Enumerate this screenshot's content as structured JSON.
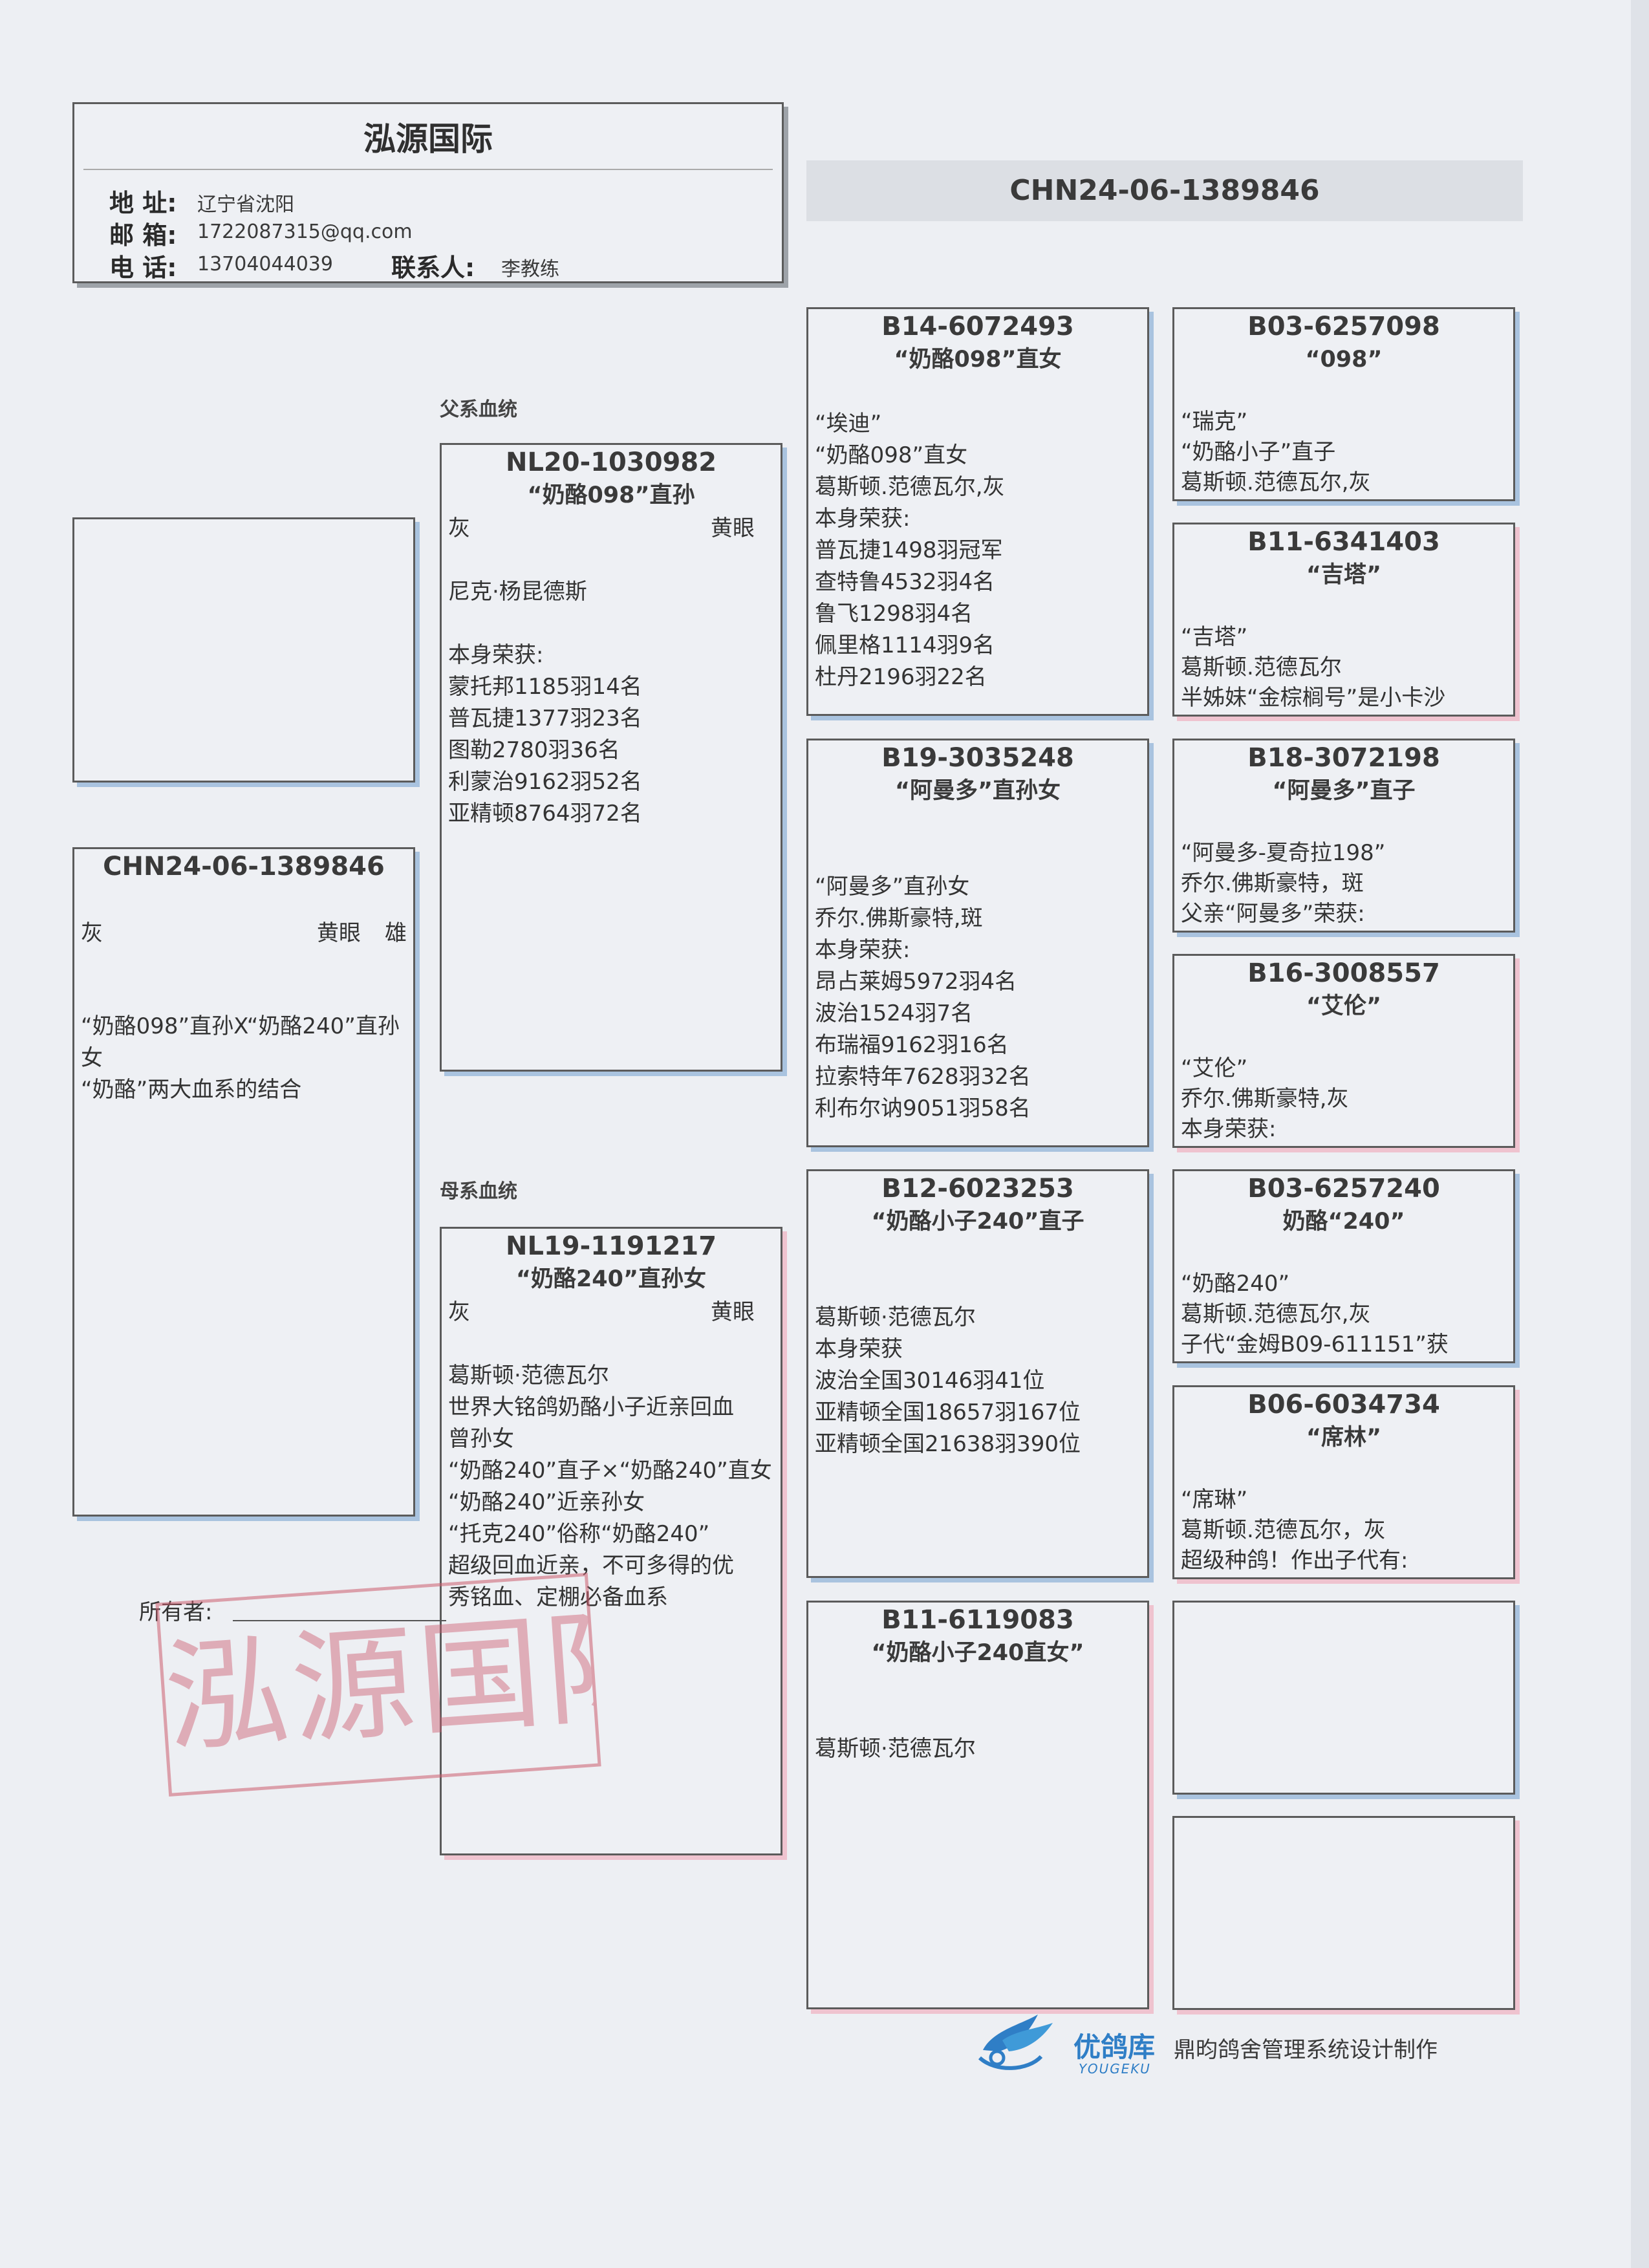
{
  "header": {
    "title": "泓源国际",
    "address_label": "地 址:",
    "address": "辽宁省沈阳",
    "email_label": "邮 箱:",
    "email": "1722087315@qq.com",
    "phone_label": "电 话:",
    "phone": "13704044039",
    "contact_label": "联系人:",
    "contact": "李教练"
  },
  "banner_ring": "CHN24-06-1389846",
  "subject": {
    "ring": "CHN24-06-1389846",
    "color": "灰",
    "eye": "黄眼",
    "sex": "雄",
    "desc": [
      "“奶酪098”直孙X“奶酪240”直孙",
      "女",
      "“奶酪”两大血系的结合"
    ]
  },
  "labels": {
    "sire_side": "父系血统",
    "dam_side": "母系血统",
    "owner": "所有者:"
  },
  "sire": {
    "ring": "NL20-1030982",
    "name": "“奶酪098”直孙",
    "color": "灰",
    "eye": "黄眼",
    "lines": [
      "",
      "尼克·杨昆德斯",
      "",
      "本身荣获:",
      "蒙托邦1185羽14名",
      "普瓦捷1377羽23名",
      "图勒2780羽36名",
      "利蒙治9162羽52名",
      "亚精顿8764羽72名"
    ]
  },
  "dam": {
    "ring": "NL19-1191217",
    "name": "“奶酪240”直孙女",
    "color": "灰",
    "eye": "黄眼",
    "lines": [
      "",
      "葛斯顿·范德瓦尔",
      "世界大铭鸽奶酪小子近亲回血",
      "曾孙女",
      "“奶酪240”直子×“奶酪240”直女",
      "“奶酪240”近亲孙女",
      "“托克240”俗称“奶酪240”",
      "超级回血近亲，不可多得的优",
      "秀铭血、定棚必备血系"
    ]
  },
  "gen3": [
    {
      "ring": "B14-6072493",
      "name": "“奶酪098”直女",
      "lines": [
        "",
        "“埃迪”",
        "“奶酪098”直女",
        "葛斯顿.范德瓦尔,灰",
        "本身荣获:",
        "普瓦捷1498羽冠军",
        "查特鲁4532羽4名",
        "鲁飞1298羽4名",
        "佩里格1114羽9名",
        "杜丹2196羽22名"
      ]
    },
    {
      "ring": "B19-3035248",
      "name": "“阿曼多”直孙女",
      "lines": [
        "",
        "",
        "“阿曼多”直孙女",
        "乔尔.佛斯豪特,斑",
        "本身荣获:",
        "昂占莱姆5972羽4名",
        "波治1524羽7名",
        "布瑞福9162羽16名",
        "拉索特年7628羽32名",
        "利布尔讷9051羽58名"
      ]
    },
    {
      "ring": "B12-6023253",
      "name": "“奶酪小子240”直子",
      "lines": [
        "",
        "",
        "葛斯顿·范德瓦尔",
        "本身荣获",
        "波治全国30146羽41位",
        "亚精顿全国18657羽167位",
        "亚精顿全国21638羽390位"
      ]
    },
    {
      "ring": "B11-6119083",
      "name": "“奶酪小子240直女”",
      "lines": [
        "",
        "",
        "葛斯顿·范德瓦尔"
      ]
    }
  ],
  "gen4": [
    {
      "ring": "B03-6257098",
      "name": "“098”",
      "lines": [
        "",
        "“瑞克”",
        "“奶酪小子”直子",
        "葛斯顿.范德瓦尔,灰"
      ]
    },
    {
      "ring": "B11-6341403",
      "name": "“吉塔”",
      "lines": [
        "",
        "“吉塔”",
        "葛斯顿.范德瓦尔",
        "半姊妹“金棕榈号”是小卡沙"
      ]
    },
    {
      "ring": "B18-3072198",
      "name": "“阿曼多”直子",
      "lines": [
        "",
        "“阿曼多-夏奇拉198”",
        "乔尔.佛斯豪特，斑",
        "父亲“阿曼多”荣获:"
      ]
    },
    {
      "ring": "B16-3008557",
      "name": "“艾伦”",
      "lines": [
        "",
        "“艾伦”",
        "乔尔.佛斯豪特,灰",
        "本身荣获:"
      ]
    },
    {
      "ring": "B03-6257240",
      "name": "奶酪“240”",
      "lines": [
        "",
        "“奶酪240”",
        "葛斯顿.范德瓦尔,灰",
        "子代“金姆B09-611151”获"
      ]
    },
    {
      "ring": "B06-6034734",
      "name": "“席林”",
      "lines": [
        "",
        "“席琳”",
        "葛斯顿.范德瓦尔，灰",
        "超级种鸽！作出子代有:"
      ]
    }
  ],
  "stamp_text": "泓源国际",
  "footer": {
    "logo_cn": "优鸽库",
    "logo_en": "YOUGEKU",
    "credit": "鼎昀鸽舍管理系统设计制作"
  },
  "colors": {
    "paper": "#edeff3",
    "border": "#5b5b5b",
    "shadow_blue": "#a9c3df",
    "shadow_pink": "#efc3cf",
    "stamp": "#cc5c6e",
    "logo": "#2f7ec6"
  }
}
